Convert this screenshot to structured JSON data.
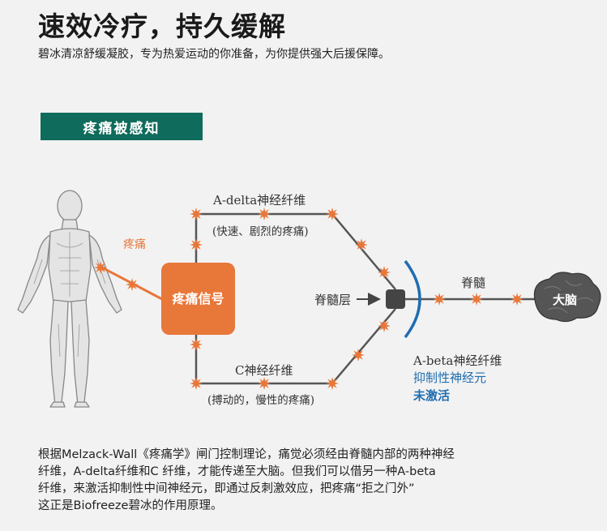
{
  "header": {
    "title": "速效冷疗，持久缓解",
    "subtitle": "碧冰清凉舒缓凝胶，专为热爱运动的你准备，为你提供强大后援保障。"
  },
  "section": {
    "label": "疼痛被感知"
  },
  "diagram": {
    "pain_label": "疼痛",
    "pain_signal": "疼痛信号",
    "a_delta_title": "A-delta神经纤维",
    "a_delta_desc": "(快速、剧烈的疼痛)",
    "c_fiber_title": "C神经纤维",
    "c_fiber_desc": "(搏动的，慢性的疼痛)",
    "spinal_layer": "脊髓层",
    "spinal_cord": "脊髓",
    "brain": "大脑",
    "a_beta_title": "A-beta神经纤维",
    "a_beta_inhibit": "抑制性神经元",
    "a_beta_inactive": "未激活",
    "colors": {
      "orange": "#e8773a",
      "line": "#555555",
      "blue": "#1f6db0",
      "green": "#0f6b5b"
    }
  },
  "body_text": {
    "line1": "根据Melzack-Wall《疼痛学》闸门控制理论，痛觉必须经由脊髓内部的两种神经",
    "line2": "纤维，A-delta纤维和C 纤维，才能传递至大脑。但我们可以借另一种A-beta",
    "line3": "纤维，来激活抑制性中间神经元，即通过反刺激效应，把疼痛“拒之门外”",
    "line4": "这正是Biofreeze碧冰的作用原理。"
  }
}
